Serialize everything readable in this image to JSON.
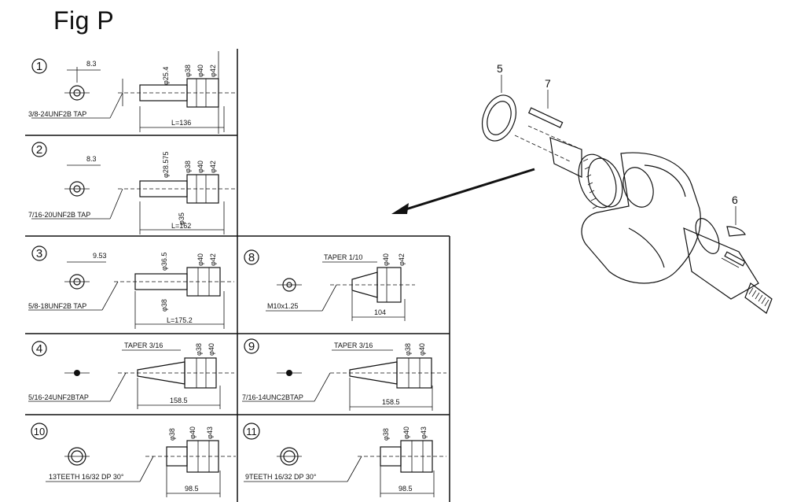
{
  "title": "Fig P",
  "panels": [
    {
      "id": "1",
      "offset": "8.3",
      "thread": "3/8-24UNF2B TAP",
      "dims": [
        "φ25.4",
        "φ38",
        "φ40",
        "φ42"
      ],
      "length": "L=136"
    },
    {
      "id": "2",
      "offset": "8.3",
      "thread": "7/16-20UNF2B TAP",
      "dims": [
        "φ28.575",
        "φ38",
        "φ40",
        "φ42"
      ],
      "dims2": "φ35",
      "length": "L=162"
    },
    {
      "id": "3",
      "offset": "9.53",
      "thread": "5/8-18UNF2B TAP",
      "dims": [
        "φ36.5",
        "φ40",
        "φ42"
      ],
      "dims2": "φ38",
      "length": "L=175.2"
    },
    {
      "id": "4",
      "taper": "TAPER 3/16",
      "thread": "5/16-24UNF2BTAP",
      "dims": [
        "φ38",
        "φ40"
      ],
      "length": "158.5"
    },
    {
      "id": "8",
      "taper": "TAPER 1/10",
      "thread": "M10x1.25",
      "dims": [
        "φ40",
        "φ42"
      ],
      "length": "104"
    },
    {
      "id": "9",
      "taper": "TAPER 3/16",
      "thread": "7/16-14UNC2BTAP",
      "dims": [
        "φ38",
        "φ40"
      ],
      "length": "158.5"
    },
    {
      "id": "10",
      "thread": "13TEETH 16/32 DP 30°",
      "dims": [
        "φ38",
        "φ40",
        "φ43"
      ],
      "length": "98.5"
    },
    {
      "id": "11",
      "thread": "9TEETH 16/32 DP 30°",
      "dims": [
        "φ38",
        "φ40",
        "φ43"
      ],
      "length": "98.5"
    }
  ],
  "callouts": [
    "5",
    "7",
    "6"
  ]
}
